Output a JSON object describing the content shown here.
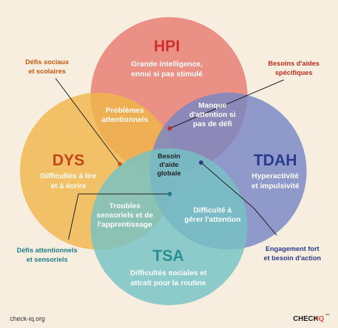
{
  "colors": {
    "background": "#f7eee0",
    "hpi": "#e77b70",
    "dys": "#f0b64a",
    "tdah": "#7787c4",
    "tsa": "#75c2c5",
    "title_hpi": "#d0312d",
    "title_dys": "#c6451c",
    "title_tdah": "#2a3a8e",
    "title_tsa": "#2a8f94",
    "side_orange": "#c95a10",
    "side_red": "#c12a1e",
    "side_blue": "#2a3a8e",
    "side_teal": "#1f7c88"
  },
  "circles": {
    "hpi": {
      "title": "HPI",
      "lines": [
        "Grande intelligence,",
        "ennui si pas stimulé"
      ]
    },
    "dys": {
      "title": "DYS",
      "lines": [
        "Difficultés à lire",
        "et à écrire"
      ]
    },
    "tdah": {
      "title": "TDAH",
      "lines": [
        "Hyperactivité",
        "et impulsivité"
      ]
    },
    "tsa": {
      "title": "TSA",
      "lines": [
        "Difficultés sociales et",
        "attrait pour la routine"
      ]
    }
  },
  "overlaps": {
    "hpi_dys": [
      "Problèmes",
      "attentionnels"
    ],
    "hpi_tdah": [
      "Manque",
      "d'attention si",
      "pas de défi"
    ],
    "center": [
      "Besoin",
      "d'aide",
      "globale"
    ],
    "dys_tsa": [
      "Troubles",
      "sensoriels et de",
      "l'apprentissage"
    ],
    "tdah_tsa": [
      "Difficulté à",
      "gérer l'attention"
    ]
  },
  "side_labels": {
    "top_left": [
      "Défis sociaux",
      "et scolaires"
    ],
    "top_right": [
      "Besoins d'aides",
      "spécifiques"
    ],
    "bottom_left": [
      "Défis attentionnels",
      "et sensoriels"
    ],
    "bottom_right": [
      "Engagement fort",
      "et besoin d'action"
    ]
  },
  "footer": {
    "url": "check-iq.org",
    "brand_check": "CHECK",
    "brand_iq": "IQ",
    "brand_tm": "™"
  }
}
